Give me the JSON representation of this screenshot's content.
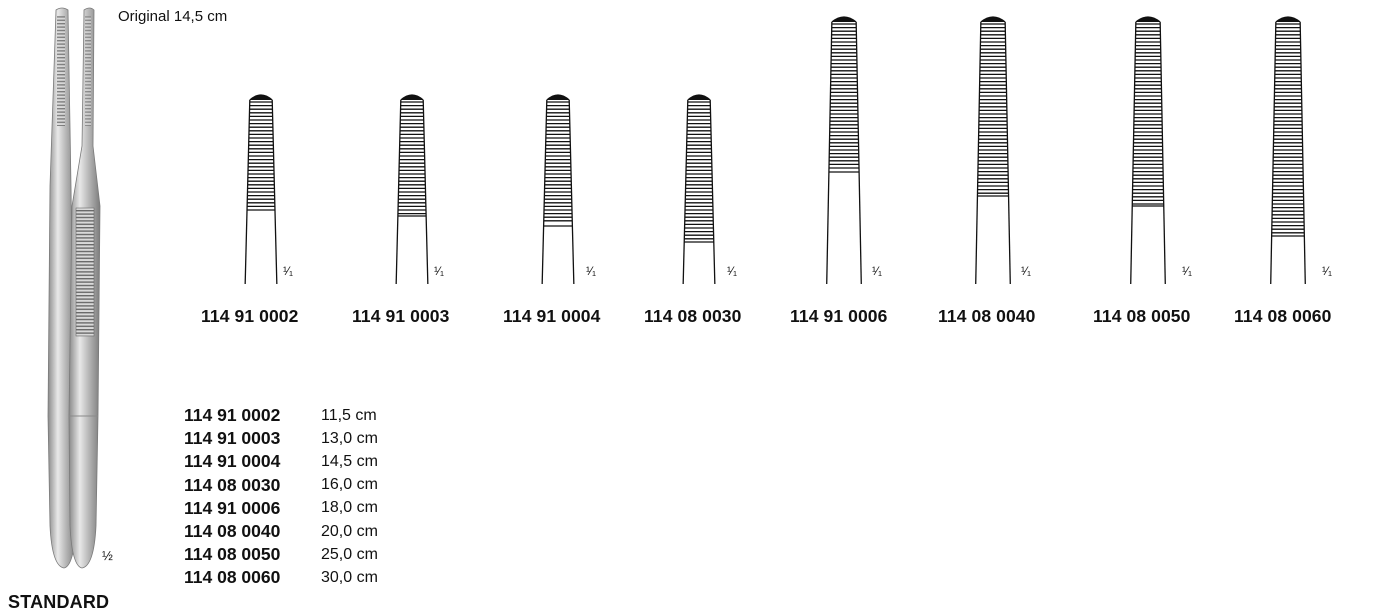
{
  "header": {
    "original_size": "Original 14,5 cm"
  },
  "overview": {
    "scale": "½",
    "category": "STANDARD"
  },
  "tip_scale": "¹⁄₁",
  "tips": [
    {
      "code": "114 91 0002"
    },
    {
      "code": "114 91 0003"
    },
    {
      "code": "114 91 0004"
    },
    {
      "code": "114 08 0030"
    },
    {
      "code": "114 91 0006"
    },
    {
      "code": "114 08 0040"
    },
    {
      "code": "114 08 0050"
    },
    {
      "code": "114 08 0060"
    }
  ],
  "sizes": [
    {
      "code": "114 91 0002",
      "length": "11,5 cm"
    },
    {
      "code": "114 91 0003",
      "length": "13,0 cm"
    },
    {
      "code": "114 91 0004",
      "length": "14,5 cm"
    },
    {
      "code": "114 08 0030",
      "length": "16,0 cm"
    },
    {
      "code": "114 91 0006",
      "length": "18,0 cm"
    },
    {
      "code": "114 08 0040",
      "length": "20,0 cm"
    },
    {
      "code": "114 08 0050",
      "length": "25,0 cm"
    },
    {
      "code": "114 08 0060",
      "length": "30,0 cm"
    }
  ]
}
